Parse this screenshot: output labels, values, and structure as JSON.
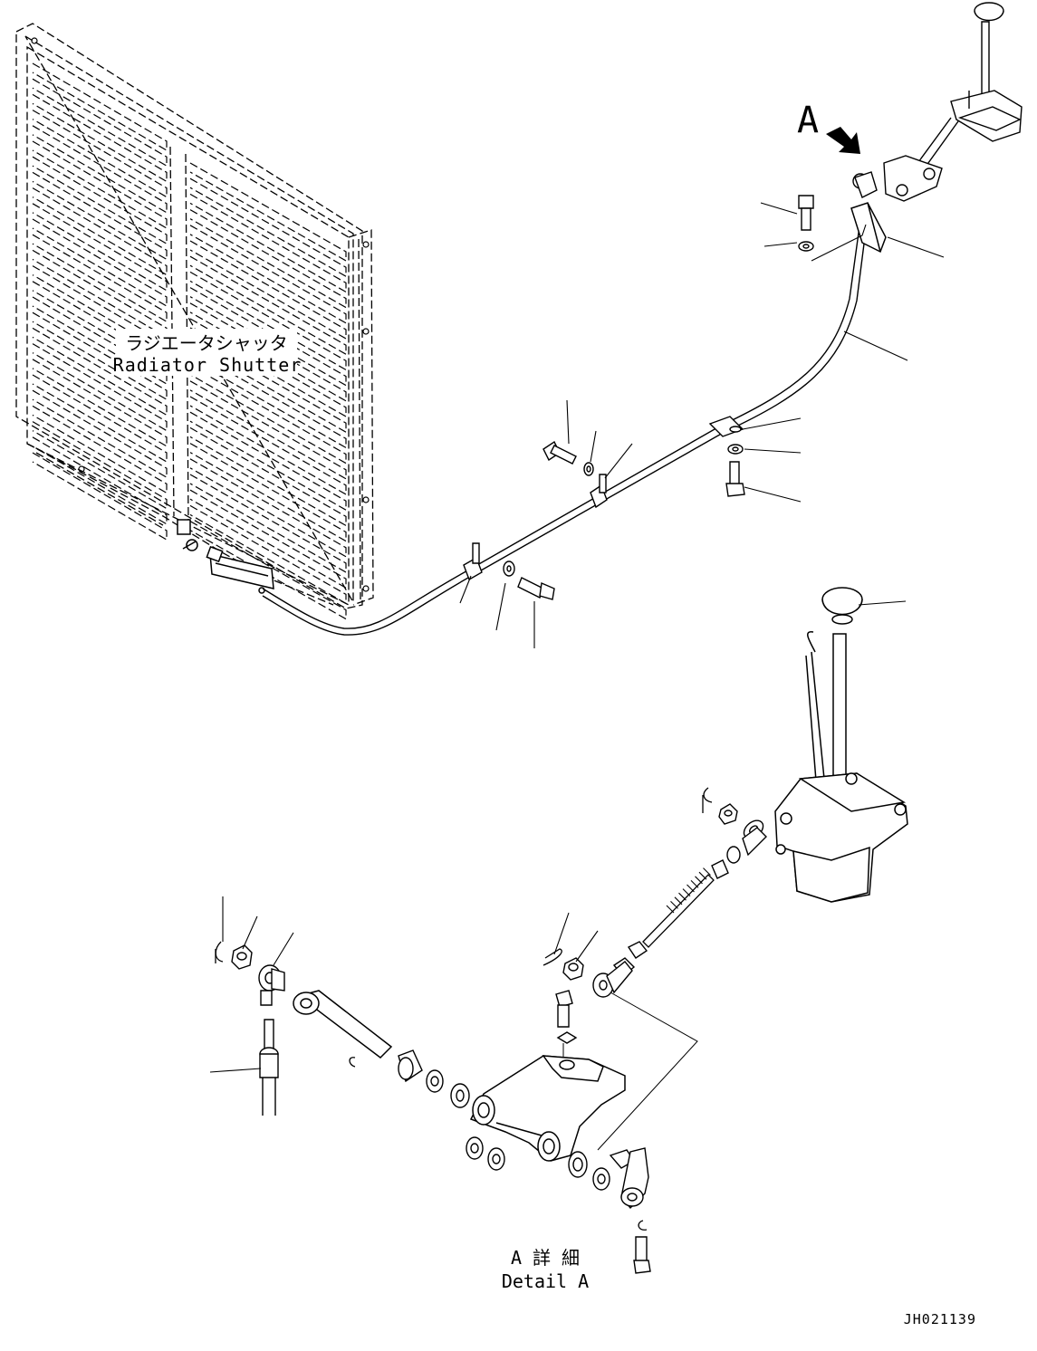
{
  "labels": {
    "shutter_jp": "ラジエータシャッタ",
    "shutter_en": "Radiator Shutter",
    "view_letter": "A",
    "detail_jp": "A 詳 細",
    "detail_en": "Detail A",
    "drawing_number": "JH021139"
  }
}
